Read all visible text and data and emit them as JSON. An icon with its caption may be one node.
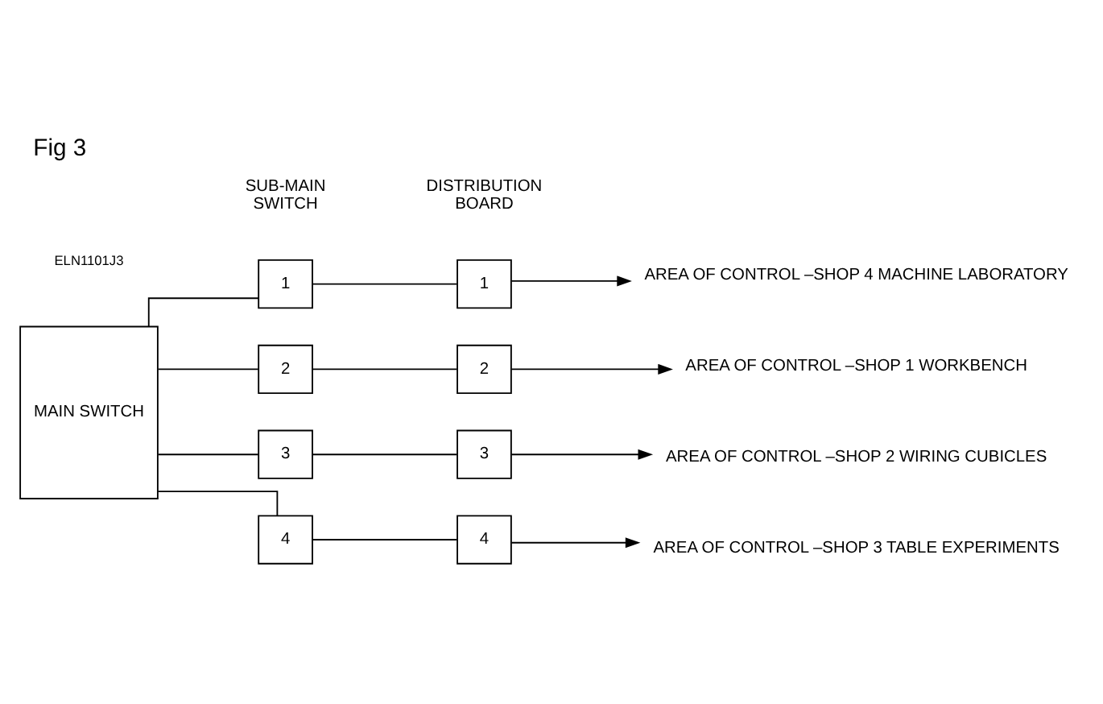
{
  "diagram": {
    "title": "Fig 3",
    "nodes": [
      {
        "text": [
          "MAIN SWITCH"
        ]
      },
      {
        "text": [
          "1"
        ]
      },
      {
        "text": [
          "1"
        ]
      },
      {
        "text": [
          "AREA OF CONTROL –SHOP 4 MACHINE LABORATORY"
        ]
      },
      {
        "text": [
          "2"
        ]
      },
      {
        "text": [
          "2"
        ]
      },
      {
        "text": [
          "AREA OF CONTROL –SHOP 1 WORKBENCH"
        ]
      },
      {
        "text": [
          "3"
        ]
      },
      {
        "text": [
          "3"
        ]
      },
      {
        "text": [
          "AREA OF CONTROL –SHOP 2 WIRING CUBICLES"
        ]
      },
      {
        "text": [
          "4"
        ]
      },
      {
        "text": [
          "4"
        ]
      },
      {
        "text": [
          "AREA OF CONTROL –SHOP 3 TABLE EXPERIMENTS"
        ]
      }
    ],
    "edges": [
      {
        "from": 0,
        "to": 1,
        "arrow": "none"
      },
      {
        "from": 0,
        "to": 4,
        "arrow": "none"
      },
      {
        "from": 0,
        "to": 7,
        "arrow": "none"
      },
      {
        "from": 0,
        "to": 10,
        "arrow": "none"
      },
      {
        "from": 1,
        "to": 2,
        "arrow": "none"
      },
      {
        "from": 2,
        "to": 3,
        "arrow": "to"
      },
      {
        "from": 4,
        "to": 5,
        "arrow": "none"
      },
      {
        "from": 5,
        "to": 6,
        "arrow": "to"
      },
      {
        "from": 7,
        "to": 8,
        "arrow": "none"
      },
      {
        "from": 8,
        "to": 9,
        "arrow": "to"
      },
      {
        "from": 10,
        "to": 11,
        "arrow": "none"
      },
      {
        "from": 11,
        "to": 12,
        "arrow": "to"
      }
    ],
    "labels": [
      "SUB-MAIN SWITCH",
      "DISTRIBUTION BOARD",
      "ELN1101J3"
    ]
  }
}
